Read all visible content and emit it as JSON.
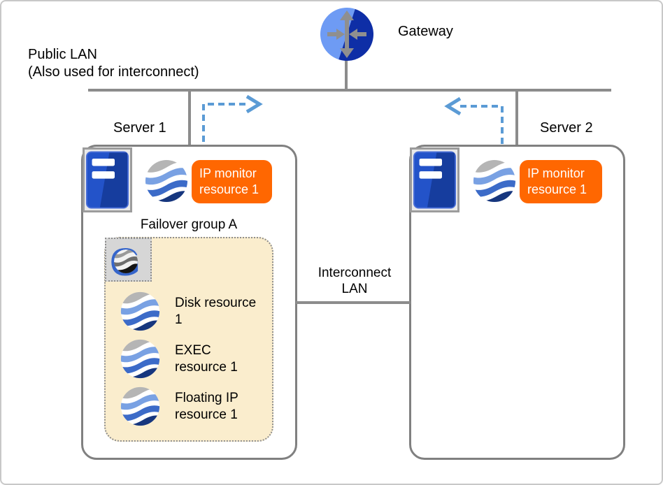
{
  "public_lan": {
    "label_line1": "Public LAN",
    "label_line2": "(Also used for interconnect)"
  },
  "gateway": {
    "label": "Gateway"
  },
  "interconnect": {
    "label_line1": "Interconnect",
    "label_line2": "LAN"
  },
  "server1": {
    "name": "Server 1",
    "ip_monitor_resource": "IP monitor resource 1",
    "failover_group": {
      "label": "Failover group A",
      "resources": [
        "Disk resource 1",
        "EXEC resource 1",
        "Floating IP resource 1"
      ]
    }
  },
  "server2": {
    "name": "Server 2",
    "ip_monitor_resource": "IP monitor resource 1"
  },
  "icons": {
    "gateway": "router-gateway-icon",
    "server": "server-tower-icon",
    "resource": "wave-sphere-resource-icon",
    "failover_group": "group-g-icon",
    "monitor_flow": "dashed-arrow-icon"
  },
  "colors": {
    "lan_line_gray": "#8c8c8c",
    "box_border_gray": "#808080",
    "badge_orange": "#ff6701",
    "dashed_arrow_blue": "#5b9bd5",
    "group_fill_cream": "#faedcd",
    "server_blue": "#2353c9",
    "gateway_blue_light": "#6e9bf4",
    "gateway_blue_dark": "#0e2ea6",
    "resource_dark_navy": "#16367e"
  }
}
